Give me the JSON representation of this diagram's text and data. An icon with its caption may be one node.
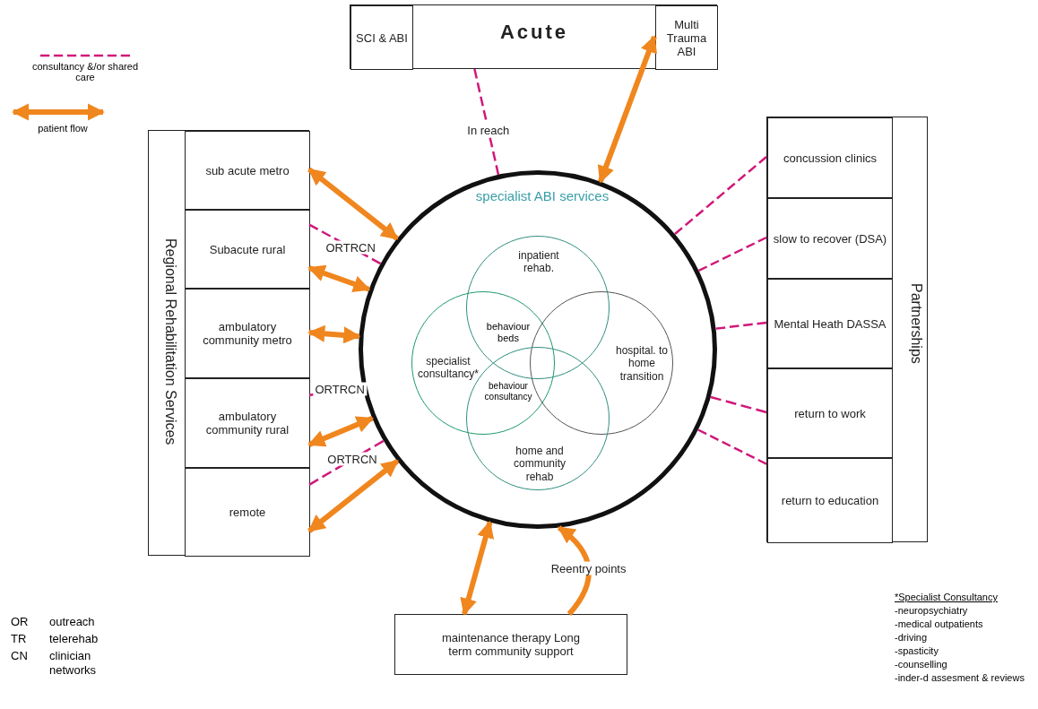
{
  "diagram": {
    "nodes": [
      {
        "text": [
          "Acute"
        ]
      },
      {
        "text": [
          "SCI & ABI"
        ],
        "in": 0
      },
      {
        "text": [
          "Multi Trauma ABI"
        ],
        "in": 0
      },
      {
        "text": [
          "Regional Rehabilitation Services"
        ]
      },
      {
        "text": [
          "sub acute metro"
        ],
        "in": 3
      },
      {
        "text": [
          "Subacute rural"
        ],
        "in": 3
      },
      {
        "text": [
          "ambulatory community metro"
        ],
        "in": 3
      },
      {
        "text": [
          "ambulatory community rural"
        ],
        "in": 3
      },
      {
        "text": [
          "remote"
        ],
        "in": 3
      },
      {
        "text": [
          "Partnerships"
        ]
      },
      {
        "text": [
          "concussion clinics"
        ],
        "in": 9
      },
      {
        "text": [
          "slow to recover (DSA)"
        ],
        "in": 9
      },
      {
        "text": [
          "Mental Heath DASSA"
        ],
        "in": 9
      },
      {
        "text": [
          "return to work"
        ],
        "in": 9
      },
      {
        "text": [
          "return to education"
        ],
        "in": 9
      },
      {
        "text": [
          "maintenance therapy Long term community support"
        ]
      },
      {
        "text": [
          "specialist ABI services"
        ]
      },
      {
        "text": [
          "inpatient rehab."
        ],
        "in": 16
      },
      {
        "text": [
          "specialist consultancy*"
        ],
        "in": 16
      },
      {
        "text": [
          "hospital. to home transition"
        ],
        "in": 16
      },
      {
        "text": [
          "home and community rehab"
        ],
        "in": 16
      }
    ],
    "edges": [
      {
        "from": 0,
        "to": 16,
        "arrow": "none",
        "label": "In reach",
        "style": "dashed"
      },
      {
        "from": 2,
        "to": 16,
        "arrow": "both",
        "style": "thick",
        "color": "#f0861e"
      },
      {
        "from": 4,
        "to": 16,
        "arrow": "both",
        "style": "thick",
        "color": "#f0861e"
      },
      {
        "from": 5,
        "to": 16,
        "arrow": "none",
        "label": "ORTRCN",
        "style": "dashed"
      },
      {
        "from": 5,
        "to": 16,
        "arrow": "both",
        "style": "thick",
        "color": "#f0861e"
      },
      {
        "from": 6,
        "to": 16,
        "arrow": "both",
        "style": "thick",
        "color": "#f0861e"
      },
      {
        "from": 7,
        "to": 16,
        "arrow": "none",
        "label": "ORTRCN",
        "style": "dashed"
      },
      {
        "from": 7,
        "to": 16,
        "arrow": "both",
        "style": "thick",
        "color": "#f0861e"
      },
      {
        "from": 8,
        "to": 16,
        "arrow": "none",
        "label": "ORTRCN",
        "style": "dashed"
      },
      {
        "from": 8,
        "to": 16,
        "arrow": "both",
        "style": "thick",
        "color": "#f0861e"
      },
      {
        "from": 10,
        "to": 16,
        "arrow": "none",
        "style": "dashed"
      },
      {
        "from": 11,
        "to": 16,
        "arrow": "none",
        "style": "dashed"
      },
      {
        "from": 12,
        "to": 16,
        "arrow": "none",
        "style": "dashed"
      },
      {
        "from": 13,
        "to": 16,
        "arrow": "none",
        "style": "dashed"
      },
      {
        "from": 14,
        "to": 16,
        "arrow": "none",
        "style": "dashed"
      },
      {
        "from": 15,
        "to": 16,
        "arrow": "both",
        "style": "thick",
        "color": "#f0861e"
      },
      {
        "from": 15,
        "to": 16,
        "arrow": "to",
        "label": "Reentry points",
        "style": "thick",
        "color": "#f0861e"
      }
    ],
    "labels": [
      "behaviour beds",
      "behaviour consultancy",
      "OR",
      "outreach",
      "TR",
      "telerehab",
      "CN",
      "clinician networks",
      "*Specialist Consultancy",
      "-neuropsychiatry",
      "-medical outpatients",
      "-driving",
      "-spasticity",
      "-counselling",
      "-inder-d assesment & reviews"
    ],
    "legend": [
      {
        "text": "consultancy &/or shared care"
      },
      {
        "text": "patient flow"
      }
    ]
  }
}
